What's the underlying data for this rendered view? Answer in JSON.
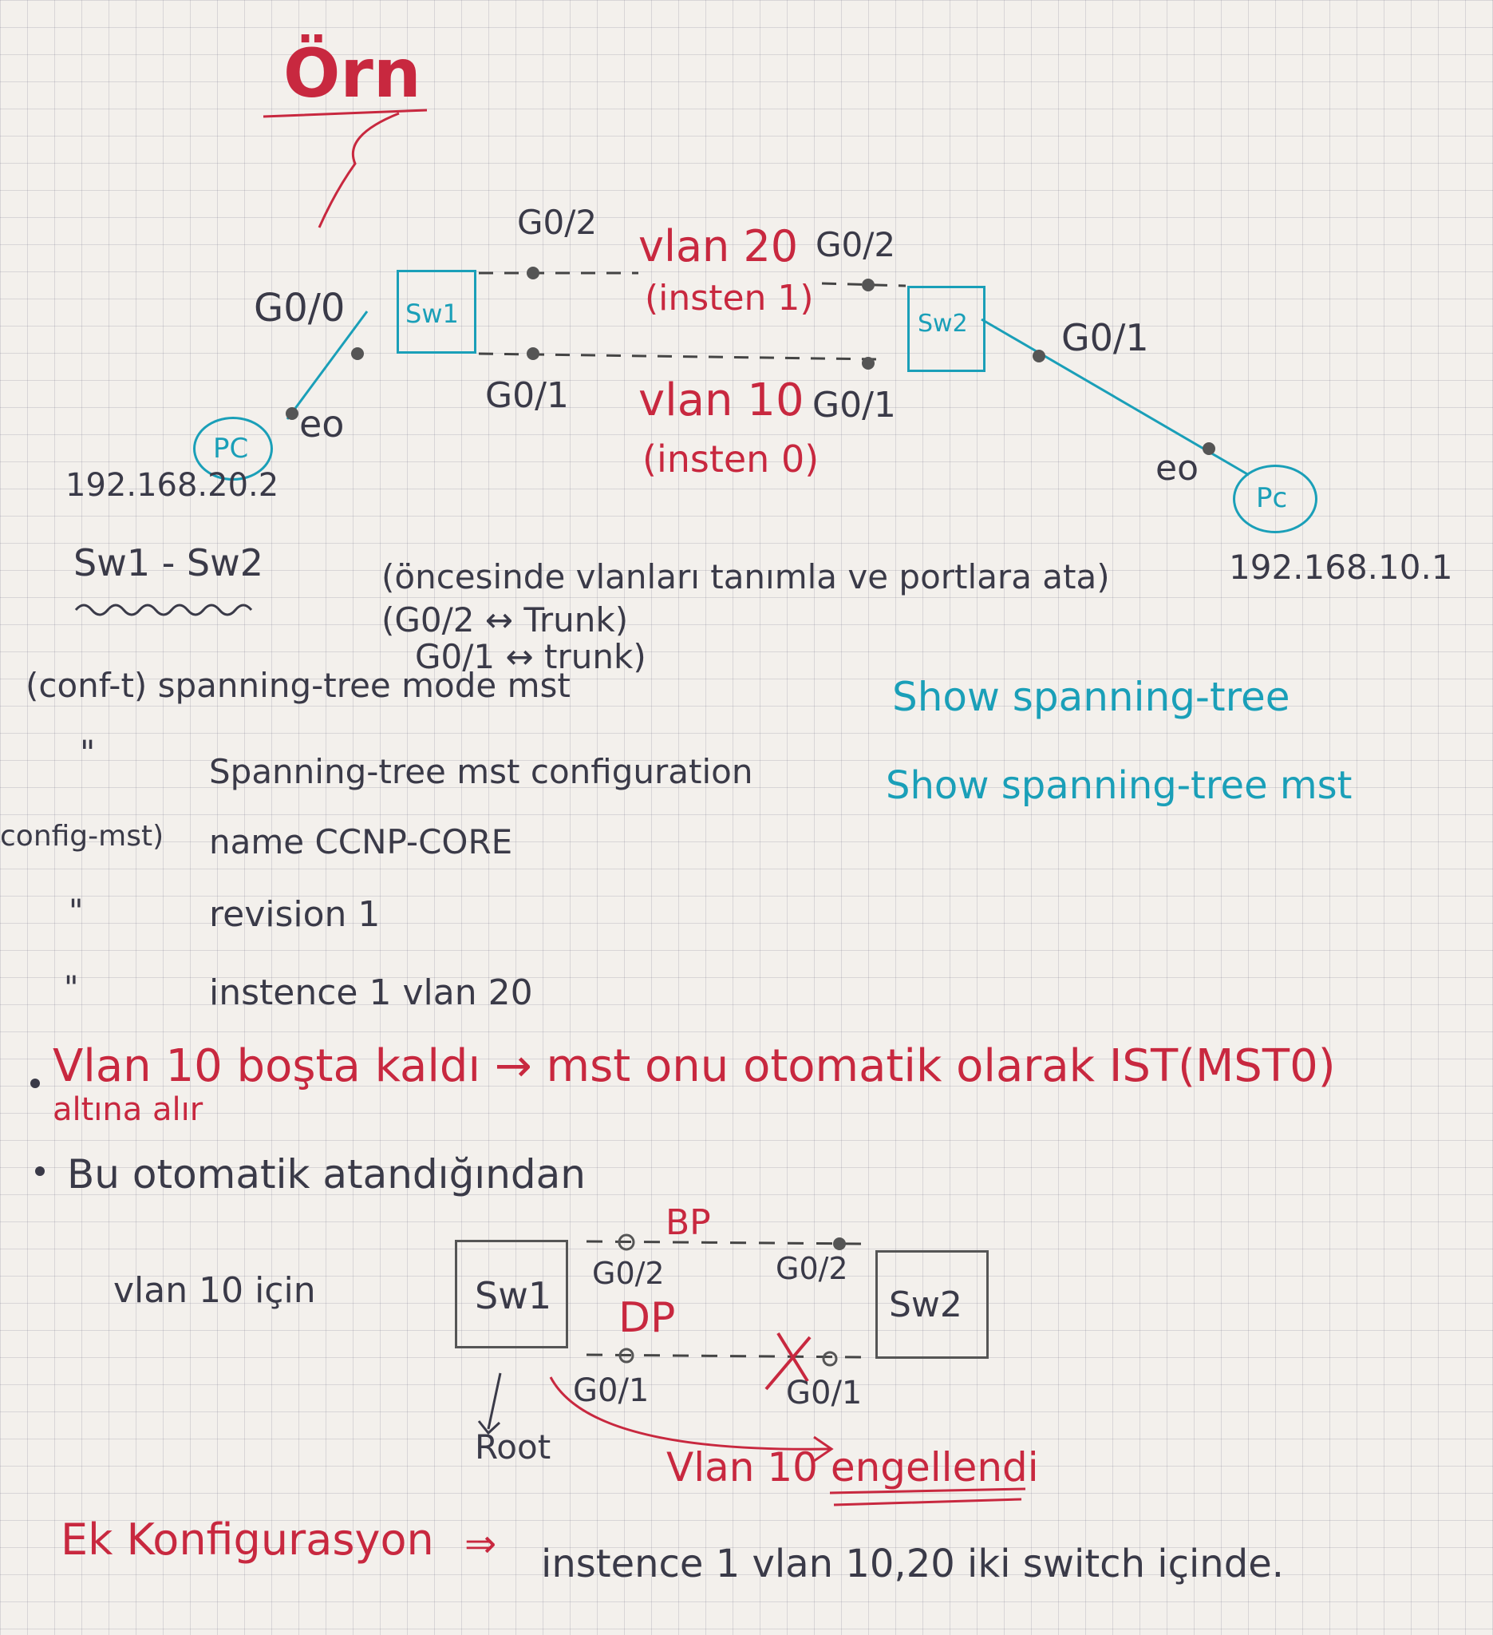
{
  "title": "Örn",
  "top_diagram": {
    "sw1": "Sw1",
    "sw2": "Sw2",
    "pc_left": "PC",
    "pc_right": "Pc",
    "sw1_g00": "G0/0",
    "sw1_g02": "G0/2",
    "sw1_g01": "G0/1",
    "sw2_g02": "G0/2",
    "sw2_g01_bottom": "G0/1",
    "sw2_g01_right": "G0/1",
    "eo_left": "eo",
    "eo_right": "eo",
    "vlan20": "vlan 20",
    "inst1": "(insten 1)",
    "vlan10": "vlan 10",
    "inst0": "(insten 0)",
    "ip_left": "192.168.20.2",
    "ip_right": "192.168.10.1"
  },
  "config": {
    "heading": "Sw1 - Sw2",
    "note1": "(öncesinde vlanları tanımla ve portlara ata)",
    "note2": "(G0/2 ↔ Trunk)",
    "note3": "G0/1 ↔ trunk)",
    "line1": "(conf-t) spanning-tree mode mst",
    "ditto1": "\"",
    "line2": "Spanning-tree mst configuration",
    "prefix3": "config-mst)",
    "line3": "name CCNP-CORE",
    "ditto2": "\"",
    "line4": "revision 1",
    "ditto3": "\"",
    "line5": "instence 1 vlan 20",
    "show1": "Show spanning-tree",
    "show2": "Show spanning-tree mst"
  },
  "notes": {
    "bullet1_a": "Vlan 10 boşta kaldı → mst onu otomatik olarak IST(MST0)",
    "bullet1_b": "altına alır",
    "bullet2": "Bu otomatik atandığından"
  },
  "bottom_diagram": {
    "label": "vlan 10 için",
    "sw1": "Sw1",
    "sw2": "Sw2",
    "bp": "BP",
    "dp": "DP",
    "g02_left": "G0/2",
    "g02_right": "G0/2",
    "g01_left": "G0/1",
    "g01_right": "G0/1",
    "root": "Root",
    "blocked": "Vlan 10 engellendi"
  },
  "footer": {
    "ek": "Ek Konfigurasyon",
    "arrow": "⇒",
    "text": "instence 1 vlan 10,20 iki switch içinde."
  },
  "colors": {
    "ink": "#3a3a48",
    "red": "#c8283f",
    "cyan": "#1a9fb8"
  }
}
